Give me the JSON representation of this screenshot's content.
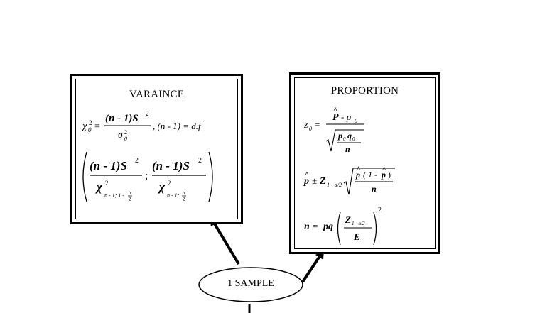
{
  "variance": {
    "title": "VARAINCE",
    "test_statistic": "χ0² = (n - 1) S² / σ0² , (n - 1) = d.f",
    "confidence_interval": "( (n - 1) S² / χ²(n-1; 1-α/2) ; (n - 1) S² / χ²(n-1; α/2) )"
  },
  "proportion": {
    "title": "PROPORTION",
    "test_statistic": "z0 = (P̂ - p0) / √(p0 q0 / n)",
    "confidence_interval": "p̂ ± Z(1-α/2) √( p̂ (1 - p̂) / n )",
    "sample_size": "n = pq ( Z(1-α/2) / E )²"
  },
  "sample": {
    "label": "1 SAMPLE"
  }
}
